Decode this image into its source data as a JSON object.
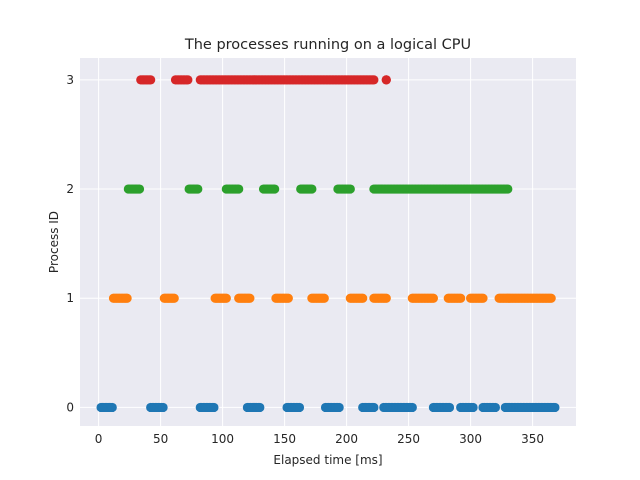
{
  "chart_data": {
    "type": "scatter",
    "title": "The processes running on a logical CPU",
    "xlabel": "Elapsed time [ms]",
    "ylabel": "Process ID",
    "xlim": [
      -15,
      385
    ],
    "ylim": [
      -0.17,
      3.2
    ],
    "xticks": [
      0,
      50,
      100,
      150,
      200,
      250,
      300,
      350
    ],
    "yticks": [
      0,
      1,
      2,
      3
    ],
    "grid": true,
    "background": "#eaeaf2",
    "series": [
      {
        "color": "#1f77b4",
        "y": 0,
        "runs": [
          [
            2,
            11
          ],
          [
            42,
            52
          ],
          [
            82,
            93
          ],
          [
            120,
            130
          ],
          [
            152,
            162
          ],
          [
            183,
            194
          ],
          [
            213,
            222
          ],
          [
            230,
            253
          ],
          [
            270,
            283
          ],
          [
            292,
            302
          ],
          [
            310,
            320
          ],
          [
            328,
            368
          ]
        ]
      },
      {
        "color": "#ff7f0e",
        "y": 1,
        "runs": [
          [
            12,
            23
          ],
          [
            53,
            61
          ],
          [
            94,
            103
          ],
          [
            113,
            122
          ],
          [
            143,
            153
          ],
          [
            172,
            182
          ],
          [
            203,
            213
          ],
          [
            222,
            232
          ],
          [
            253,
            270
          ],
          [
            282,
            292
          ],
          [
            300,
            310
          ],
          [
            323,
            365
          ]
        ]
      },
      {
        "color": "#2ca02c",
        "y": 2,
        "runs": [
          [
            24,
            33
          ],
          [
            73,
            80
          ],
          [
            103,
            113
          ],
          [
            133,
            142
          ],
          [
            163,
            172
          ],
          [
            193,
            203
          ],
          [
            222,
            330
          ]
        ]
      },
      {
        "color": "#d62728",
        "y": 3,
        "runs": [
          [
            34,
            42
          ],
          [
            62,
            72
          ],
          [
            82,
            222
          ],
          [
            232,
            232
          ]
        ]
      }
    ]
  }
}
